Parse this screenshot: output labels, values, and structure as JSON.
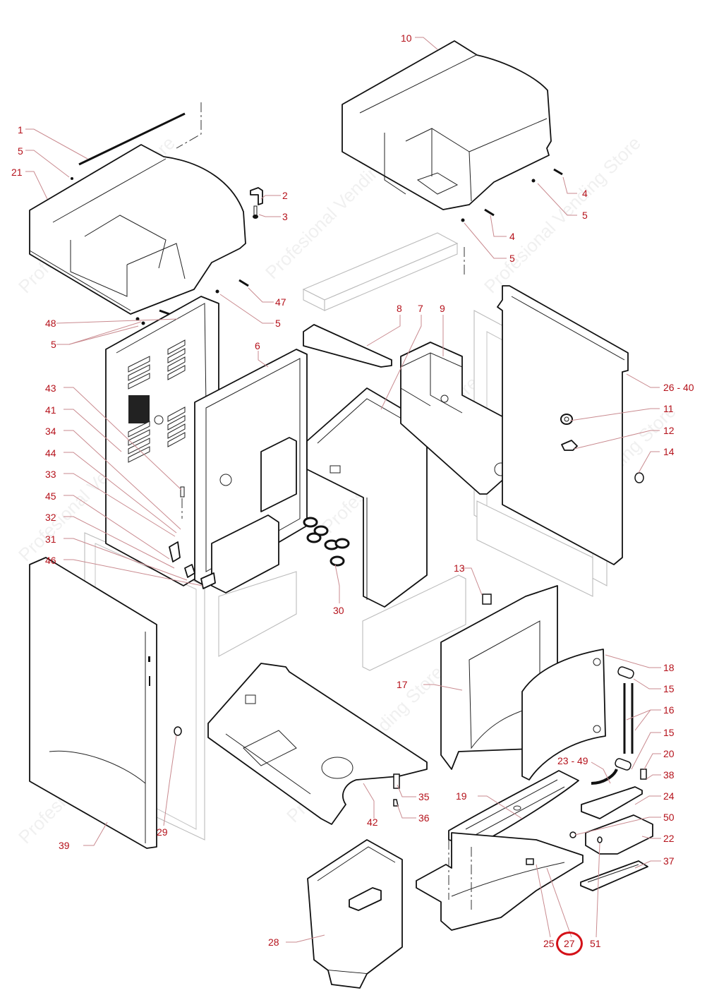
{
  "diagram": {
    "type": "exploded-parts-diagram",
    "subject": "coffee vending machine",
    "watermark": "Profesional Vending Store",
    "highlighted_callout": "27",
    "label_color": "#b5121b",
    "highlight_color": "#d41118"
  },
  "callouts": {
    "c1": "1",
    "c2": "2",
    "c3": "3",
    "c4a": "4",
    "c4b": "4",
    "c5a": "5",
    "c5b": "5",
    "c5c": "5",
    "c5d": "5",
    "c5e": "5",
    "c6": "6",
    "c7": "7",
    "c8": "8",
    "c9": "9",
    "c10": "10",
    "c11": "11",
    "c12": "12",
    "c13": "13",
    "c14": "14",
    "c15a": "15",
    "c15b": "15",
    "c16": "16",
    "c17": "17",
    "c18": "18",
    "c19": "19",
    "c20": "20",
    "c21": "21",
    "c22": "22",
    "c2349": "23 - 49",
    "c24": "24",
    "c25": "25",
    "c2640": "26 - 40",
    "c27": "27",
    "c28": "28",
    "c29": "29",
    "c30": "30",
    "c31": "31",
    "c32": "32",
    "c33": "33",
    "c34": "34",
    "c35": "35",
    "c36": "36",
    "c37": "37",
    "c38": "38",
    "c39": "39",
    "c41": "41",
    "c42": "42",
    "c43": "43",
    "c44": "44",
    "c45": "45",
    "c46": "46",
    "c47": "47",
    "c48": "48",
    "c50": "50",
    "c51": "51"
  }
}
